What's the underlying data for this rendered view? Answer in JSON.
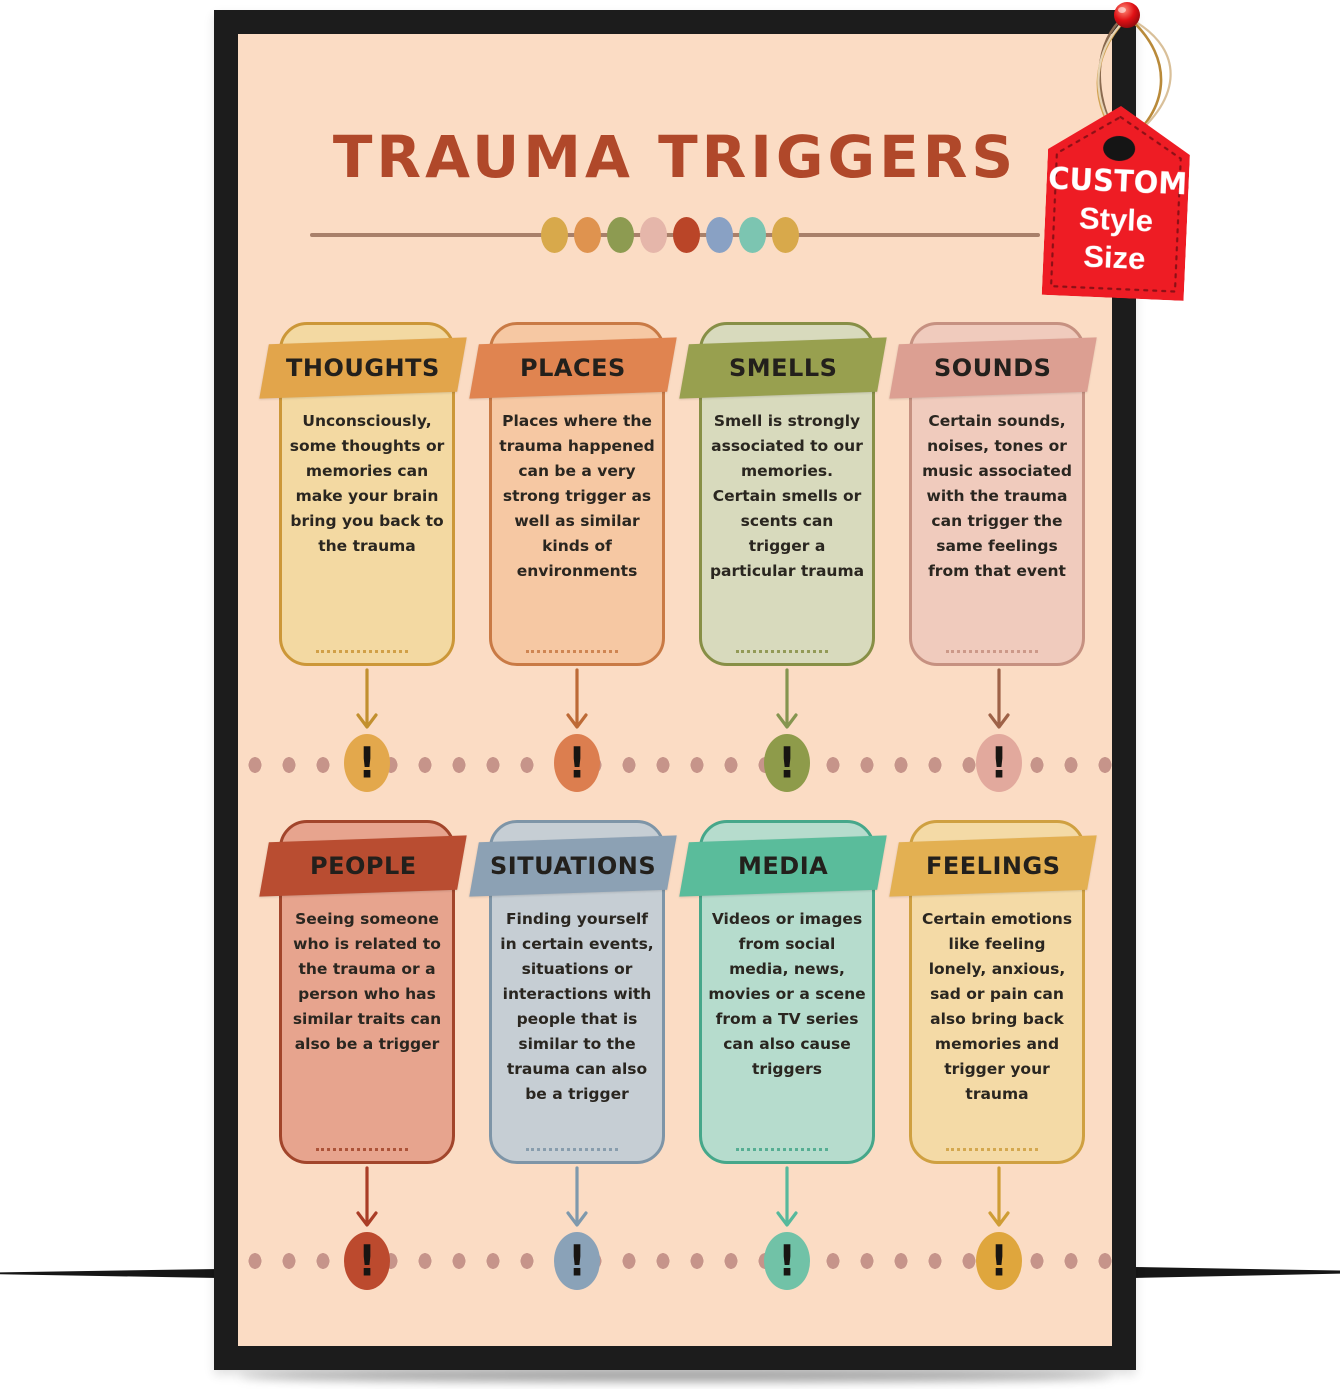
{
  "price_tag": {
    "line1": "CUSTOM",
    "line2": "Style",
    "line3": "Size",
    "tag_color": "#ee1c24",
    "text_color": "#ffffff",
    "stitch_color": "#8c1016",
    "pin_icon": "red-pushpin",
    "string_colors": [
      "#8a6a50",
      "#d2a353",
      "#e6d3b4",
      "#b98a3a",
      "#d9c09a"
    ]
  },
  "poster": {
    "title": "TRAUMA TRIGGERS",
    "title_color": "#b0482a",
    "background_color": "#fbdcc4",
    "frame_color": "#1c1c1c",
    "divider_line_color": "#a8806a",
    "divider_beads": [
      "#d8a94b",
      "#df934f",
      "#8d9b51",
      "#e5b6aa",
      "#ba4528",
      "#89a1c4",
      "#7cc5b1",
      "#d8a94b"
    ],
    "dots_color": "#c6948a",
    "exclamation_glyph": "!",
    "cards": [
      {
        "label": "THOUGHTS",
        "body": "Unconsciously, some thoughts or memories can make your brain bring you back to the trauma",
        "header_color": "#e2a54b",
        "panel_color": "#f3d9a2",
        "border_color": "#cc9738",
        "arrow_color": "#c2902f",
        "badge_color": "#e3a84c"
      },
      {
        "label": "PLACES",
        "body": "Places where the trauma happened can be a very strong trigger as well as similar kinds of environments",
        "header_color": "#e08450",
        "panel_color": "#f6c8a3",
        "border_color": "#c97a45",
        "arrow_color": "#bd6a36",
        "badge_color": "#dc7e4f"
      },
      {
        "label": "SMELLS",
        "body": "Smell is strongly associated to our memories. Certain smells or scents can trigger a particular trauma",
        "header_color": "#98a04f",
        "panel_color": "#d8dabd",
        "border_color": "#878f46",
        "arrow_color": "#85954f",
        "badge_color": "#8e9b4a"
      },
      {
        "label": "SOUNDS",
        "body": "Certain sounds, noises, tones or music associated with the trauma can trigger the same feelings from that event",
        "header_color": "#dc9f92",
        "panel_color": "#f0cbbd",
        "border_color": "#c69181",
        "arrow_color": "#9e6248",
        "badge_color": "#e2a99d"
      },
      {
        "label": "PEOPLE",
        "body": "Seeing someone who is related to the trauma or a person who has similar traits can also be a trigger",
        "header_color": "#b94d31",
        "panel_color": "#e7a48e",
        "border_color": "#a2452b",
        "arrow_color": "#aa3d26",
        "badge_color": "#bc4a2e"
      },
      {
        "label": "SITUATIONS",
        "body": "Finding yourself in certain events, situations or interactions with people that is similar to the trauma can also be a trigger",
        "header_color": "#8ca1b4",
        "panel_color": "#c6ced4",
        "border_color": "#7e95a7",
        "arrow_color": "#7e99ad",
        "badge_color": "#8aa2b8"
      },
      {
        "label": "MEDIA",
        "body": "Videos or images from social media, news, movies or a scene from a TV series can also cause triggers",
        "header_color": "#5abc9b",
        "panel_color": "#b6dccd",
        "border_color": "#46a78a",
        "arrow_color": "#56b99c",
        "badge_color": "#71c2a7"
      },
      {
        "label": "FEELINGS",
        "body": "Certain emotions like feeling lonely, anxious, sad or pain can also bring back memories and trigger your trauma",
        "header_color": "#e3b052",
        "panel_color": "#f4daa6",
        "border_color": "#cfa041",
        "arrow_color": "#cf9d35",
        "badge_color": "#dfa63d"
      }
    ]
  }
}
